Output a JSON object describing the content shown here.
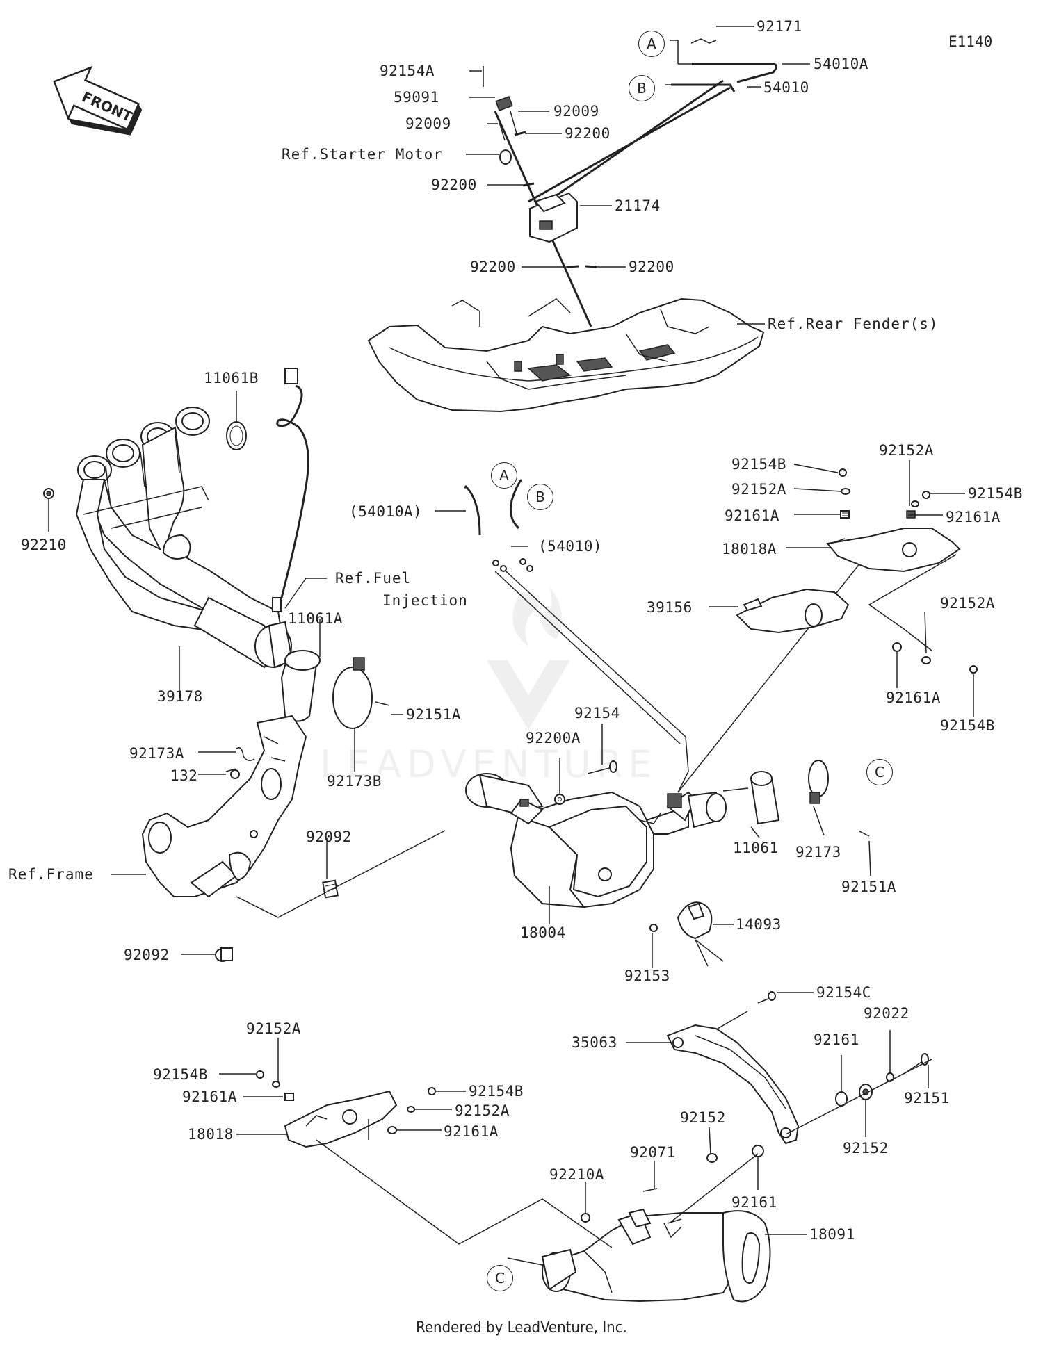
{
  "diagram_code": "E1140",
  "front_arrow": {
    "text": "FRONT"
  },
  "watermark": "LEADVENTURE",
  "footer": "Rendered by LeadVenture, Inc.",
  "callouts": {
    "a_top": "A",
    "b_top": "B",
    "a_mid": "A",
    "b_mid": "B",
    "c_right": "C",
    "c_bottom": "C"
  },
  "labels": {
    "p92171": "92171",
    "p54010A": "54010A",
    "p54010": "54010",
    "p92154A": "92154A",
    "p59091": "59091",
    "p92009_r": "92009",
    "p92009_l": "92009",
    "p92200_a": "92200",
    "ref_starter": "Ref.Starter Motor",
    "p92200_b": "92200",
    "p21174": "21174",
    "p92200_c": "92200",
    "p92200_d": "92200",
    "ref_rear_fender": "Ref.Rear Fender(s)",
    "p11061B": "11061B",
    "p92210": "92210",
    "ref_fuel_1": "Ref.Fuel",
    "ref_fuel_2": "Injection",
    "p11061A": "11061A",
    "p39178": "39178",
    "p54010A_paren": "(54010A)",
    "p54010_paren": "(54010)",
    "p92154B_t": "92154B",
    "p92152A_t1": "92152A",
    "p92152A_t2": "92152A",
    "p92154B_t2": "92154B",
    "p92161A_t1": "92161A",
    "p92161A_t2": "92161A",
    "p18018A": "18018A",
    "p39156": "39156",
    "p92152A_t3": "92152A",
    "p92161A_t3": "92161A",
    "p92154B_t3": "92154B",
    "p92151A_a": "92151A",
    "p92173A": "92173A",
    "p132": "132",
    "p92173B": "92173B",
    "p92154": "92154",
    "p92200A": "92200A",
    "p92092_a": "92092",
    "ref_frame": "Ref.Frame",
    "p92092_b": "92092",
    "p18004": "18004",
    "p11061": "11061",
    "p92173": "92173",
    "p92151A_b": "92151A",
    "p14093": "14093",
    "p92153": "92153",
    "p92154C": "92154C",
    "p35063": "35063",
    "p92161_a": "92161",
    "p92022": "92022",
    "p92151": "92151",
    "p92152_a": "92152",
    "p92152A_b1": "92152A",
    "p92154B_b1": "92154B",
    "p92161A_b1": "92161A",
    "p92154B_b2": "92154B",
    "p92152A_b2": "92152A",
    "p92161A_b2": "92161A",
    "p18018": "18018",
    "p92152_b": "92152",
    "p92071": "92071",
    "p92210A": "92210A",
    "p92161_b": "92161",
    "p18091": "18091"
  }
}
